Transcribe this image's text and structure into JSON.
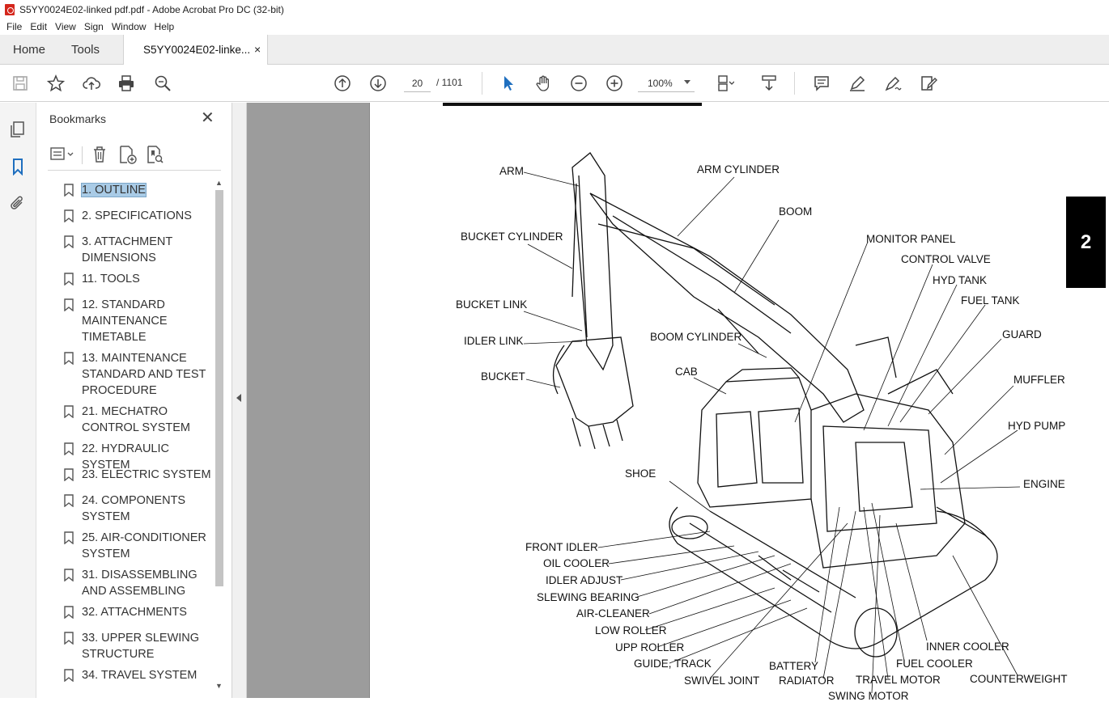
{
  "window": {
    "title": "S5YY0024E02-linked pdf.pdf - Adobe Acrobat Pro DC (32-bit)"
  },
  "menu": [
    "File",
    "Edit",
    "View",
    "Sign",
    "Window",
    "Help"
  ],
  "tabs": {
    "home": "Home",
    "tools": "Tools",
    "document": "S5YY0024E02-linke...",
    "close": "×"
  },
  "toolbar": {
    "page_current": "20",
    "page_total": "/ 1101",
    "zoom": "100%"
  },
  "bookmarks": {
    "title": "Bookmarks",
    "items": [
      {
        "label": "1. OUTLINE",
        "selected": true
      },
      {
        "label": "2. SPECIFICATIONS"
      },
      {
        "label": "3. ATTACHMENT DIMENSIONS"
      },
      {
        "label": "11. TOOLS"
      },
      {
        "label": "12. STANDARD MAINTENANCE TIMETABLE"
      },
      {
        "label": "13. MAINTENANCE STANDARD AND TEST PROCEDURE"
      },
      {
        "label": "21. MECHATRO CONTROL SYSTEM"
      },
      {
        "label": "22. HYDRAULIC SYSTEM"
      },
      {
        "label": "23. ELECTRIC SYSTEM"
      },
      {
        "label": "24. COMPONENTS SYSTEM"
      },
      {
        "label": "25. AIR-CONDITIONER SYSTEM"
      },
      {
        "label": "31. DISASSEMBLING AND ASSEMBLING"
      },
      {
        "label": "32. ATTACHMENTS"
      },
      {
        "label": "33. UPPER SLEWING STRUCTURE"
      },
      {
        "label": "34. TRAVEL SYSTEM"
      }
    ]
  },
  "page": {
    "section_tab": "2",
    "labels": {
      "arm": "ARM",
      "arm_cylinder": "ARM CYLINDER",
      "boom": "BOOM",
      "bucket_cylinder": "BUCKET CYLINDER",
      "monitor_panel": "MONITOR PANEL",
      "control_valve": "CONTROL VALVE",
      "hyd_tank": "HYD TANK",
      "fuel_tank": "FUEL TANK",
      "bucket_link": "BUCKET LINK",
      "guard": "GUARD",
      "boom_cylinder": "BOOM CYLINDER",
      "idler_link": "IDLER LINK",
      "cab": "CAB",
      "bucket": "BUCKET",
      "muffler": "MUFFLER",
      "hyd_pump": "HYD PUMP",
      "shoe": "SHOE",
      "engine": "ENGINE",
      "front_idler": "FRONT IDLER",
      "oil_cooler": "OIL COOLER",
      "idler_adjust": "IDLER ADJUST",
      "slewing_bearing": "SLEWING BEARING",
      "air_cleaner": "AIR-CLEANER",
      "low_roller": "LOW ROLLER",
      "upp_roller": "UPP ROLLER",
      "inner_cooler": "INNER COOLER",
      "guide_track": "GUIDE, TRACK",
      "battery": "BATTERY",
      "fuel_cooler": "FUEL COOLER",
      "swivel_joint": "SWIVEL JOINT",
      "radiator": "RADIATOR",
      "travel_motor": "TRAVEL MOTOR",
      "counterweight": "COUNTERWEIGHT",
      "swing_motor": "SWING MOTOR"
    }
  }
}
